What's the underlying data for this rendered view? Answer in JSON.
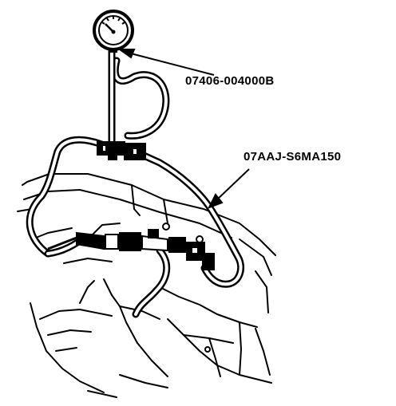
{
  "figure": {
    "callouts": {
      "gauge_part_number": "07406-004000B",
      "hose_part_number": "07AAJ-S6MA150"
    },
    "colors": {
      "ink": "#000000",
      "paper": "#ffffff"
    },
    "icons": {
      "gauge": "pressure-gauge-icon",
      "hose": "hose-assembly",
      "engine": "engine-block-outline"
    }
  }
}
